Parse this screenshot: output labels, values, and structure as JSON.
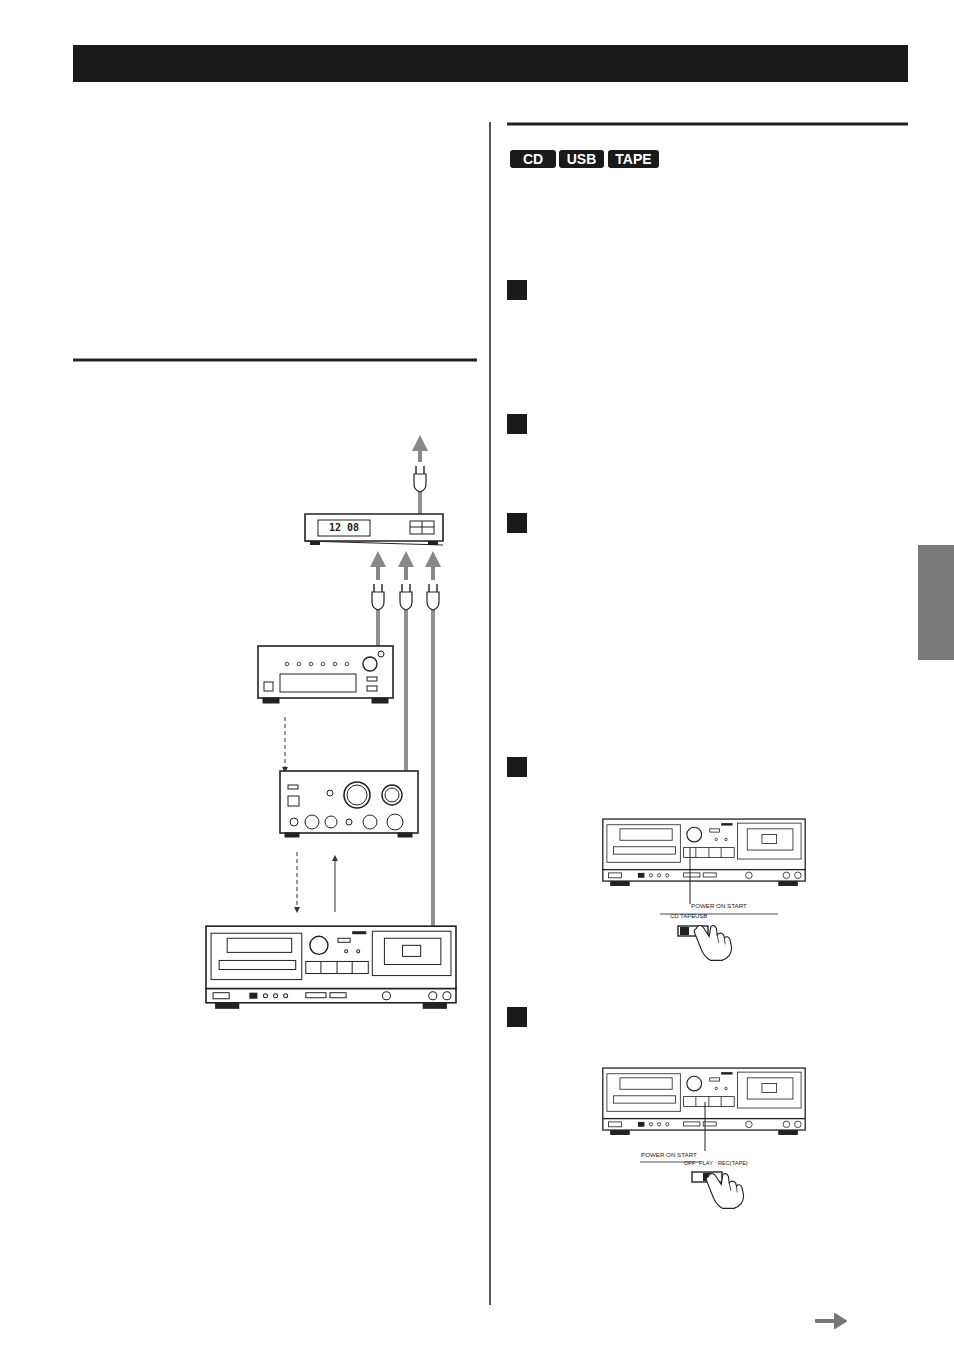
{
  "diagram": {
    "nodes": [
      {
        "text": [
          "CD"
        ]
      },
      {
        "text": [
          "USB"
        ]
      },
      {
        "text": [
          "TAPE"
        ]
      }
    ],
    "labels": [
      "12 08",
      "POWER ON START",
      "CD",
      "TAPE",
      "USB",
      "POWER ON START",
      "OFF",
      "PLAY",
      "REC(TAPE)"
    ]
  }
}
